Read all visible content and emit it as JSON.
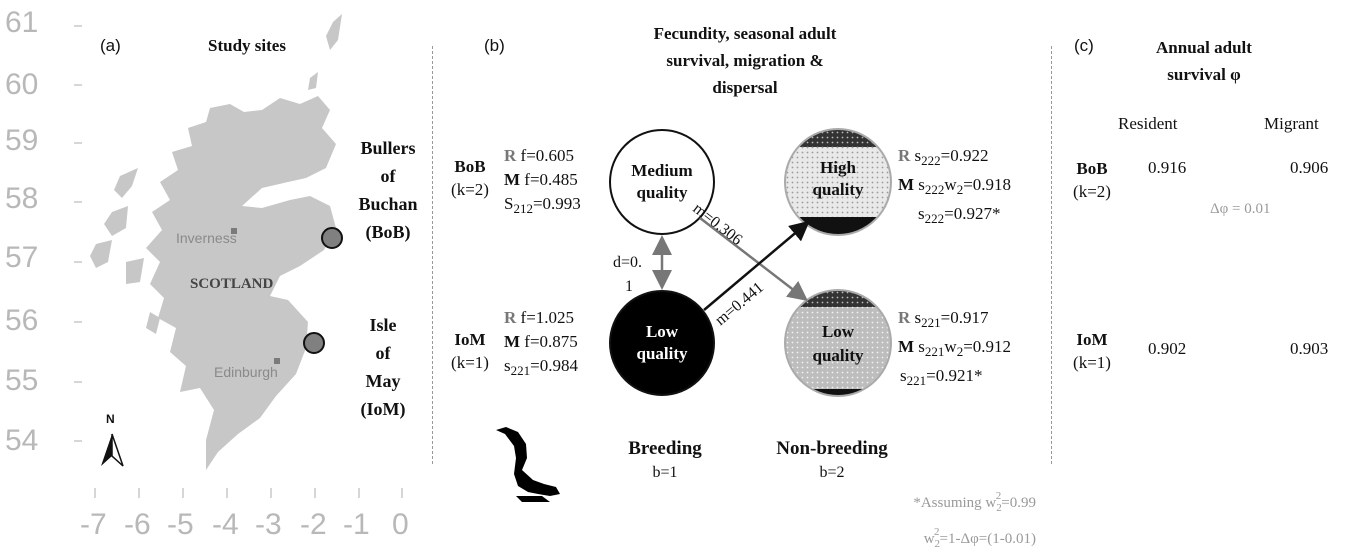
{
  "map_axis": {
    "y_ticks": [
      "61",
      "60",
      "59",
      "58",
      "57",
      "56",
      "55",
      "54"
    ],
    "x_ticks": [
      "-7",
      "-6",
      "-5",
      "-4",
      "-3",
      "-2",
      "-1",
      "0"
    ]
  },
  "panel_a": {
    "label": "(a)",
    "title": "Study sites",
    "country": "SCOTLAND",
    "cities": [
      "Inverness",
      "Edinburgh"
    ],
    "north": "N",
    "sites": [
      {
        "lines": [
          "Bullers",
          "of",
          "Buchan",
          "(BoB)"
        ]
      },
      {
        "lines": [
          "Isle",
          "of",
          "May",
          "(IoM)"
        ]
      }
    ]
  },
  "panel_b": {
    "label": "(b)",
    "title_lines": [
      "Fecundity, seasonal adult",
      "survival, migration &",
      "dispersal"
    ],
    "bob": {
      "name": "BoB",
      "k": "(k=2)"
    },
    "iom": {
      "name": "IoM",
      "k": "(k=1)"
    },
    "r": "R",
    "m": "M",
    "bob_r_f": "f=0.605",
    "bob_m_f": "f=0.485",
    "bob_s": "=0.993",
    "iom_r_f": "f=1.025",
    "iom_m_f": "f=0.875",
    "iom_s": "=0.984",
    "medium_quality": [
      "Medium",
      "quality"
    ],
    "low_quality_breed": [
      "Low",
      "quality"
    ],
    "high_quality": [
      "High",
      "quality"
    ],
    "low_quality_nonbreed": [
      "Low",
      "quality"
    ],
    "dispersal": [
      "d=0.",
      "1"
    ],
    "migration_1": "m=0.306",
    "migration_2": "m=0.441",
    "high_r": "=0.922",
    "high_m": "=0.918",
    "high_star": "=0.927*",
    "low_r": "=0.917",
    "low_m": "=0.912",
    "low_star": "=0.921*",
    "breeding": "Breeding",
    "breeding_b": "b=1",
    "nonbreeding": "Non-breeding",
    "nonbreeding_b": "b=2",
    "footnote_1": "*Assuming w",
    "footnote_1_end": "=0.99",
    "footnote_2": "=1-Δφ=(1-0.01)"
  },
  "panel_c": {
    "label": "(c)",
    "title_lines": [
      "Annual adult",
      "survival φ"
    ],
    "col_resident": "Resident",
    "col_migrant": "Migrant",
    "rows": [
      {
        "site": "BoB",
        "k": "(k=2)",
        "resident": "0.916",
        "migrant": "0.906"
      },
      {
        "site": "IoM",
        "k": "(k=1)",
        "resident": "0.902",
        "migrant": "0.903"
      }
    ],
    "delta": "Δφ = 0.01"
  },
  "colors": {
    "land": "#c7c7c7",
    "site_marker": "#808080",
    "arrow_gray": "#777777",
    "arrow_black": "#111111",
    "divider": "#999999"
  },
  "icons": [
    "north-arrow-icon",
    "cormorant-silhouette-icon"
  ]
}
